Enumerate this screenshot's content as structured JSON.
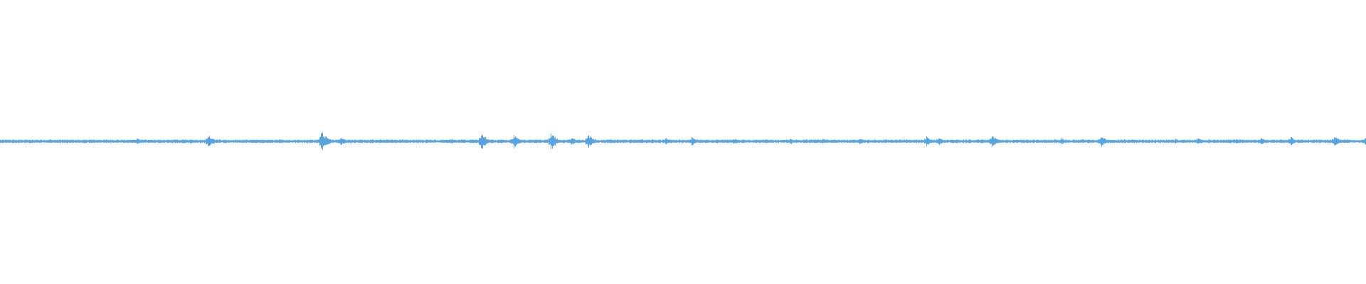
{
  "waveform": {
    "color": "#5aa3dc",
    "background": "#ffffff",
    "baseline_amplitude": 0.13,
    "transients": [
      {
        "time": 0.1,
        "amplitude": 0.28
      },
      {
        "time": 0.152,
        "amplitude": 0.55
      },
      {
        "time": 0.235,
        "amplitude": 0.9
      },
      {
        "time": 0.249,
        "amplitude": 0.35
      },
      {
        "time": 0.33,
        "amplitude": 0.22
      },
      {
        "time": 0.352,
        "amplitude": 0.72
      },
      {
        "time": 0.376,
        "amplitude": 0.52
      },
      {
        "time": 0.403,
        "amplitude": 0.7
      },
      {
        "time": 0.418,
        "amplitude": 0.36
      },
      {
        "time": 0.43,
        "amplitude": 0.62
      },
      {
        "time": 0.487,
        "amplitude": 0.28
      },
      {
        "time": 0.506,
        "amplitude": 0.38
      },
      {
        "time": 0.537,
        "amplitude": 0.25
      },
      {
        "time": 0.578,
        "amplitude": 0.3
      },
      {
        "time": 0.602,
        "amplitude": 0.24
      },
      {
        "time": 0.629,
        "amplitude": 0.26
      },
      {
        "time": 0.678,
        "amplitude": 0.44
      },
      {
        "time": 0.687,
        "amplitude": 0.36
      },
      {
        "time": 0.726,
        "amplitude": 0.55
      },
      {
        "time": 0.777,
        "amplitude": 0.3
      },
      {
        "time": 0.806,
        "amplitude": 0.45
      },
      {
        "time": 0.86,
        "amplitude": 0.24
      },
      {
        "time": 0.877,
        "amplitude": 0.26
      },
      {
        "time": 0.905,
        "amplitude": 0.26
      },
      {
        "time": 0.923,
        "amplitude": 0.3
      },
      {
        "time": 0.945,
        "amplitude": 0.4
      },
      {
        "time": 0.977,
        "amplitude": 0.42
      },
      {
        "time": 0.999,
        "amplitude": 0.3
      }
    ]
  }
}
